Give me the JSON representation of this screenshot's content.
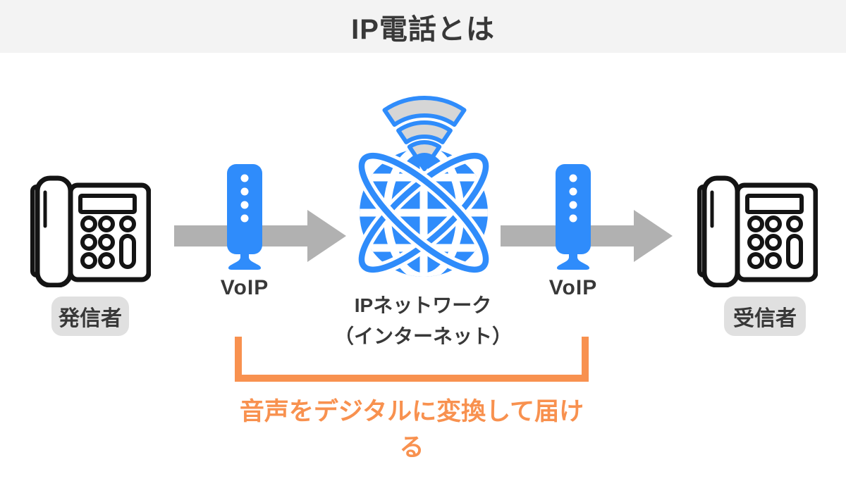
{
  "title": "IP電話とは",
  "colors": {
    "accent_blue": "#2f8cfb",
    "arrow_gray": "#b1b1b1",
    "wifi_fill_gray": "#d6d6d6",
    "header_bg": "#f3f3f3",
    "badge_bg": "#e0e0e0",
    "text_dark": "#383838",
    "accent_orange": "#f8914f",
    "phone_outline": "#141414"
  },
  "nodes": {
    "sender": {
      "label": "発信者"
    },
    "receiver": {
      "label": "受信者"
    },
    "voip_left": {
      "label": "VoIP"
    },
    "voip_right": {
      "label": "VoIP"
    },
    "network": {
      "label_line1": "IPネットワーク",
      "label_line2": "（インターネット）"
    }
  },
  "caption": {
    "text": "音声をデジタルに変換して届ける"
  }
}
